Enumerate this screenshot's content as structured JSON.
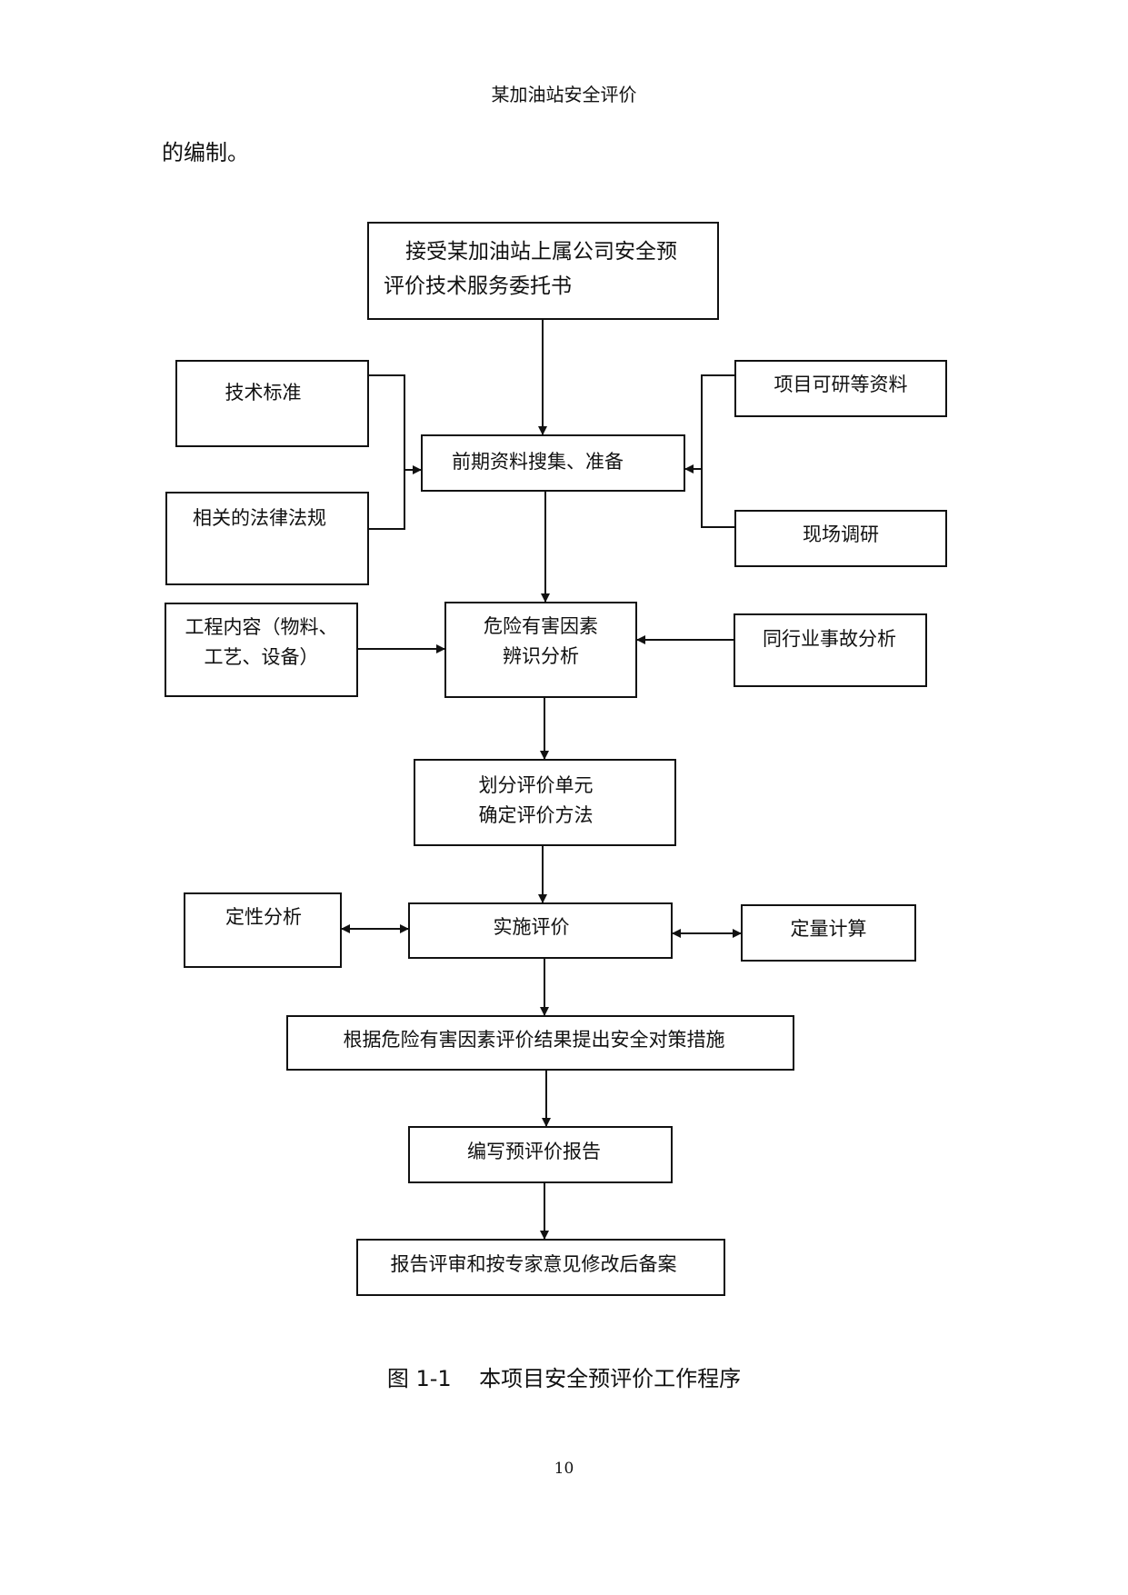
{
  "header": {
    "title": "某加油站安全评价"
  },
  "intro_text": "的编制。",
  "flowchart": {
    "commission": {
      "line1": "接受某加油站上属公司安全预",
      "line2": "评价技术服务委托书"
    },
    "tech_standards": "技术标准",
    "laws": "相关的法律法规",
    "feasibility": "项目可研等资料",
    "site_survey": "现场调研",
    "collection": "前期资料搜集、准备",
    "engineering": {
      "line1": "工程内容（物料、",
      "line2": "工艺、设备）"
    },
    "hazard": {
      "line1": "危险有害因素",
      "line2": "辨识分析"
    },
    "industry_accidents": "同行业事故分析",
    "division": {
      "line1": "划分评价单元",
      "line2": "确定评价方法"
    },
    "qualitative": "定性分析",
    "implement": "实施评价",
    "quantitative": "定量计算",
    "measures": "根据危险有害因素评价结果提出安全对策措施",
    "write_report": "编写预评价报告",
    "review": "报告评审和按专家意见修改后备案"
  },
  "caption": "图 1-1    本项目安全预评价工作程序",
  "page_number": "10"
}
